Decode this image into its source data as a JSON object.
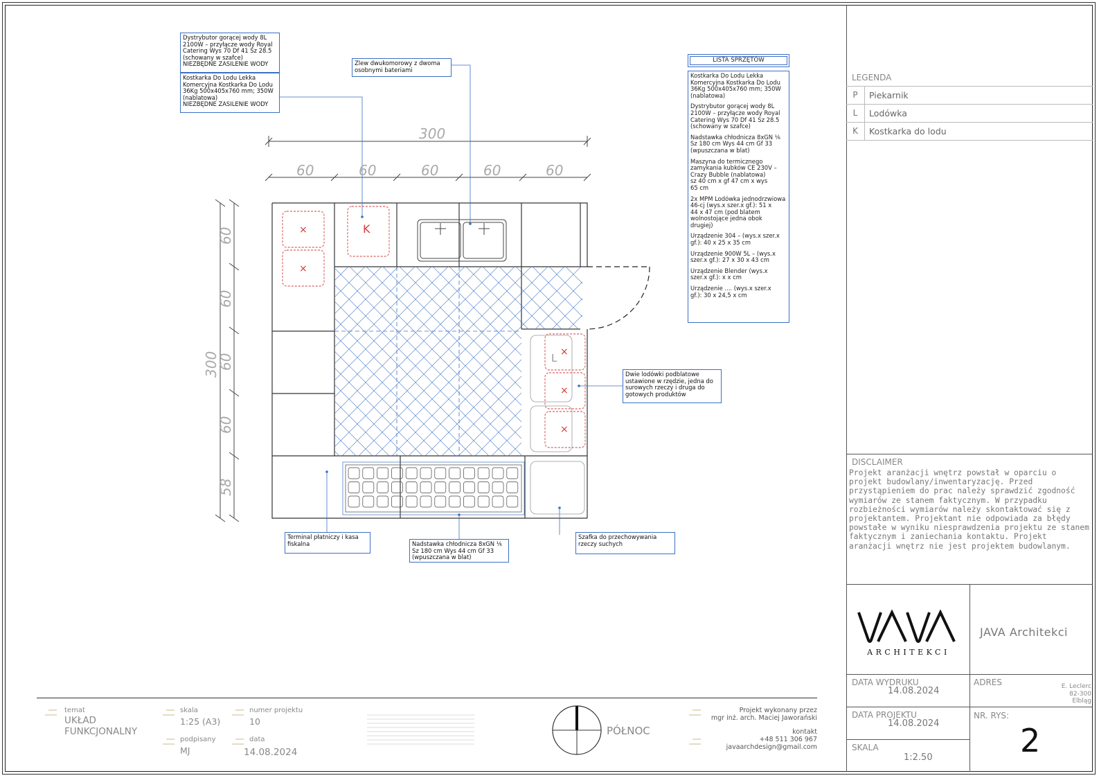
{
  "notes": {
    "water_dispenser": "Dystrybutor gorącej wody 8L\n2100W – przyłącze wody Royal\nCatering Wys 70 Df 41 Sz 28.5\n(schowany w szafce)\nNIEZBĘDNE ZASILENIE WODY",
    "ice_maker": "Kostkarka Do Lodu Lekka\nKomercyjna Kostkarka Do Lodu\n36Kg 500x405x760 mm; 350W\n(nablatowa)\nNIEZBĘDNE ZASILENIE WODY",
    "sink": "Zlew dwukomorowy z dwoma\nosobnymi bateriami",
    "fridges": "Dwie lodówki podblatowe\nustawione w rzędzie, jedna do\nsurowych rzeczy i druga do\ngotowych produktów",
    "terminal": "Terminal płatniczy i kasa\nfiskalna",
    "cooling_top": "Nadstawka chłodnicza 8xGN ⅙\nSz 180 cm Wys 44 cm Gf 33\n(wpuszczana w blat)",
    "dry_storage": "Szafka do przechowywania\nrzeczy suchych"
  },
  "equipment_list": {
    "title": "LISTA SPRZĘTÓW",
    "items": [
      "Kostkarka Do Lodu Lekka\nKomercyjna Kostkarka Do Lodu\n36Kg 500x405x760 mm; 350W\n(nablatowa)",
      "Dystrybutor gorącej wody 8L\n2100W – przyłącze wody Royal\nCatering Wys 70 Df 41 Sz 28.5\n(schowany w szafce)",
      "Nadstawka chłodnicza 8xGN ⅙\nSz 180 cm Wys 44 cm Gf 33\n(wpuszczana w blat)",
      "Maszyna do termicznego\nzamykania kubków CE 230V –\nCrazy Bubble (nablatowa)\nsz 40 cm x gf 47 cm x wys\n65 cm",
      "2x MPM Lodówka jednodrzwiowa\n46-cj (wys.x szer.x gf.): 51 x\n44 x 47 cm (pod blatem\nwolnostojące jedna obok\ndrugiej)\n ",
      "Urządzenie 304 – (wys.x szer.x\ngf.): 40 x 25 x 35 cm",
      "Urządzenie 900W 5L – (wys.x\nszer.x gf.): 27 x 30 x 43 cm",
      "Urządzenie Blender (wys.x\nszer.x gf.): x x cm\n ",
      "Urządzenie .... (wys.x szer.x\ngf.): 30 x 24,5 x cm"
    ]
  },
  "dimensions": {
    "top_total": "300",
    "top_segments": [
      "60",
      "60",
      "60",
      "60",
      "60"
    ],
    "left_total": "300",
    "left_segments": [
      "60",
      "60",
      "60",
      "60",
      "58"
    ]
  },
  "plan_marks": {
    "ice": "K",
    "fridge": "L",
    "x": "×"
  },
  "legend": {
    "title": "LEGENDA",
    "items": [
      {
        "key": "P",
        "label": "Piekarnik"
      },
      {
        "key": "L",
        "label": "Lodówka"
      },
      {
        "key": "K",
        "label": "Kostkarka do lodu"
      }
    ]
  },
  "disclaimer": {
    "title": "DISCLAIMER",
    "text": "Projekt aranżacji wnętrz powstał w oparciu o projekt budowlany/inwentaryzację. Przed przystąpieniem do prac należy sprawdzić zgodność wymiarów ze stanem faktycznym. W przypadku rozbieżności wymiarów należy skontaktować się z projektantem. Projektant nie odpowiada za błędy powstałe w wyniku niesprawdzenia projektu ze stanem faktycznym i zaniechania kontaktu. Projekt aranżacji wnętrz nie jest projektem budowlanym."
  },
  "logo": {
    "main": "JAVA",
    "sub": "ARCHITEKCI"
  },
  "firm": "JAVA Architekci",
  "title_block": {
    "print_date_label": "DATA WYDRUKU",
    "print_date": "14.08.2024",
    "address_label": "ADRES",
    "address": "E. Leclerc\n82-300\nElbląg",
    "project_date_label": "DATA PROJEKTU",
    "project_date": "14.08.2024",
    "sheet_label": "NR. RYS:",
    "sheet": "2",
    "scale_label": "SKALA",
    "scale": "1:2.50"
  },
  "bottom": {
    "topic_label": "temat",
    "topic": "UKŁAD\nFUNKCJONALNY",
    "scale_label": "skala",
    "scale": "1:25 (A3)",
    "project_no_label": "numer projektu",
    "project_no": "10",
    "signed_label": "podpisany",
    "signed": "MJ",
    "date_label": "data",
    "date": "14.08.2024",
    "north": "PÓŁNOC",
    "author_label": "Projekt   wykonany przez",
    "author": "mgr inż. arch. Maciej Jaworański",
    "contact_label": "kontakt",
    "phone": "+48 511 306 967",
    "email": "javaarchdesign@gmail.com"
  },
  "colors": {
    "accent": "#3b6fc4",
    "red": "#d23a3a",
    "dim": "#999999"
  }
}
